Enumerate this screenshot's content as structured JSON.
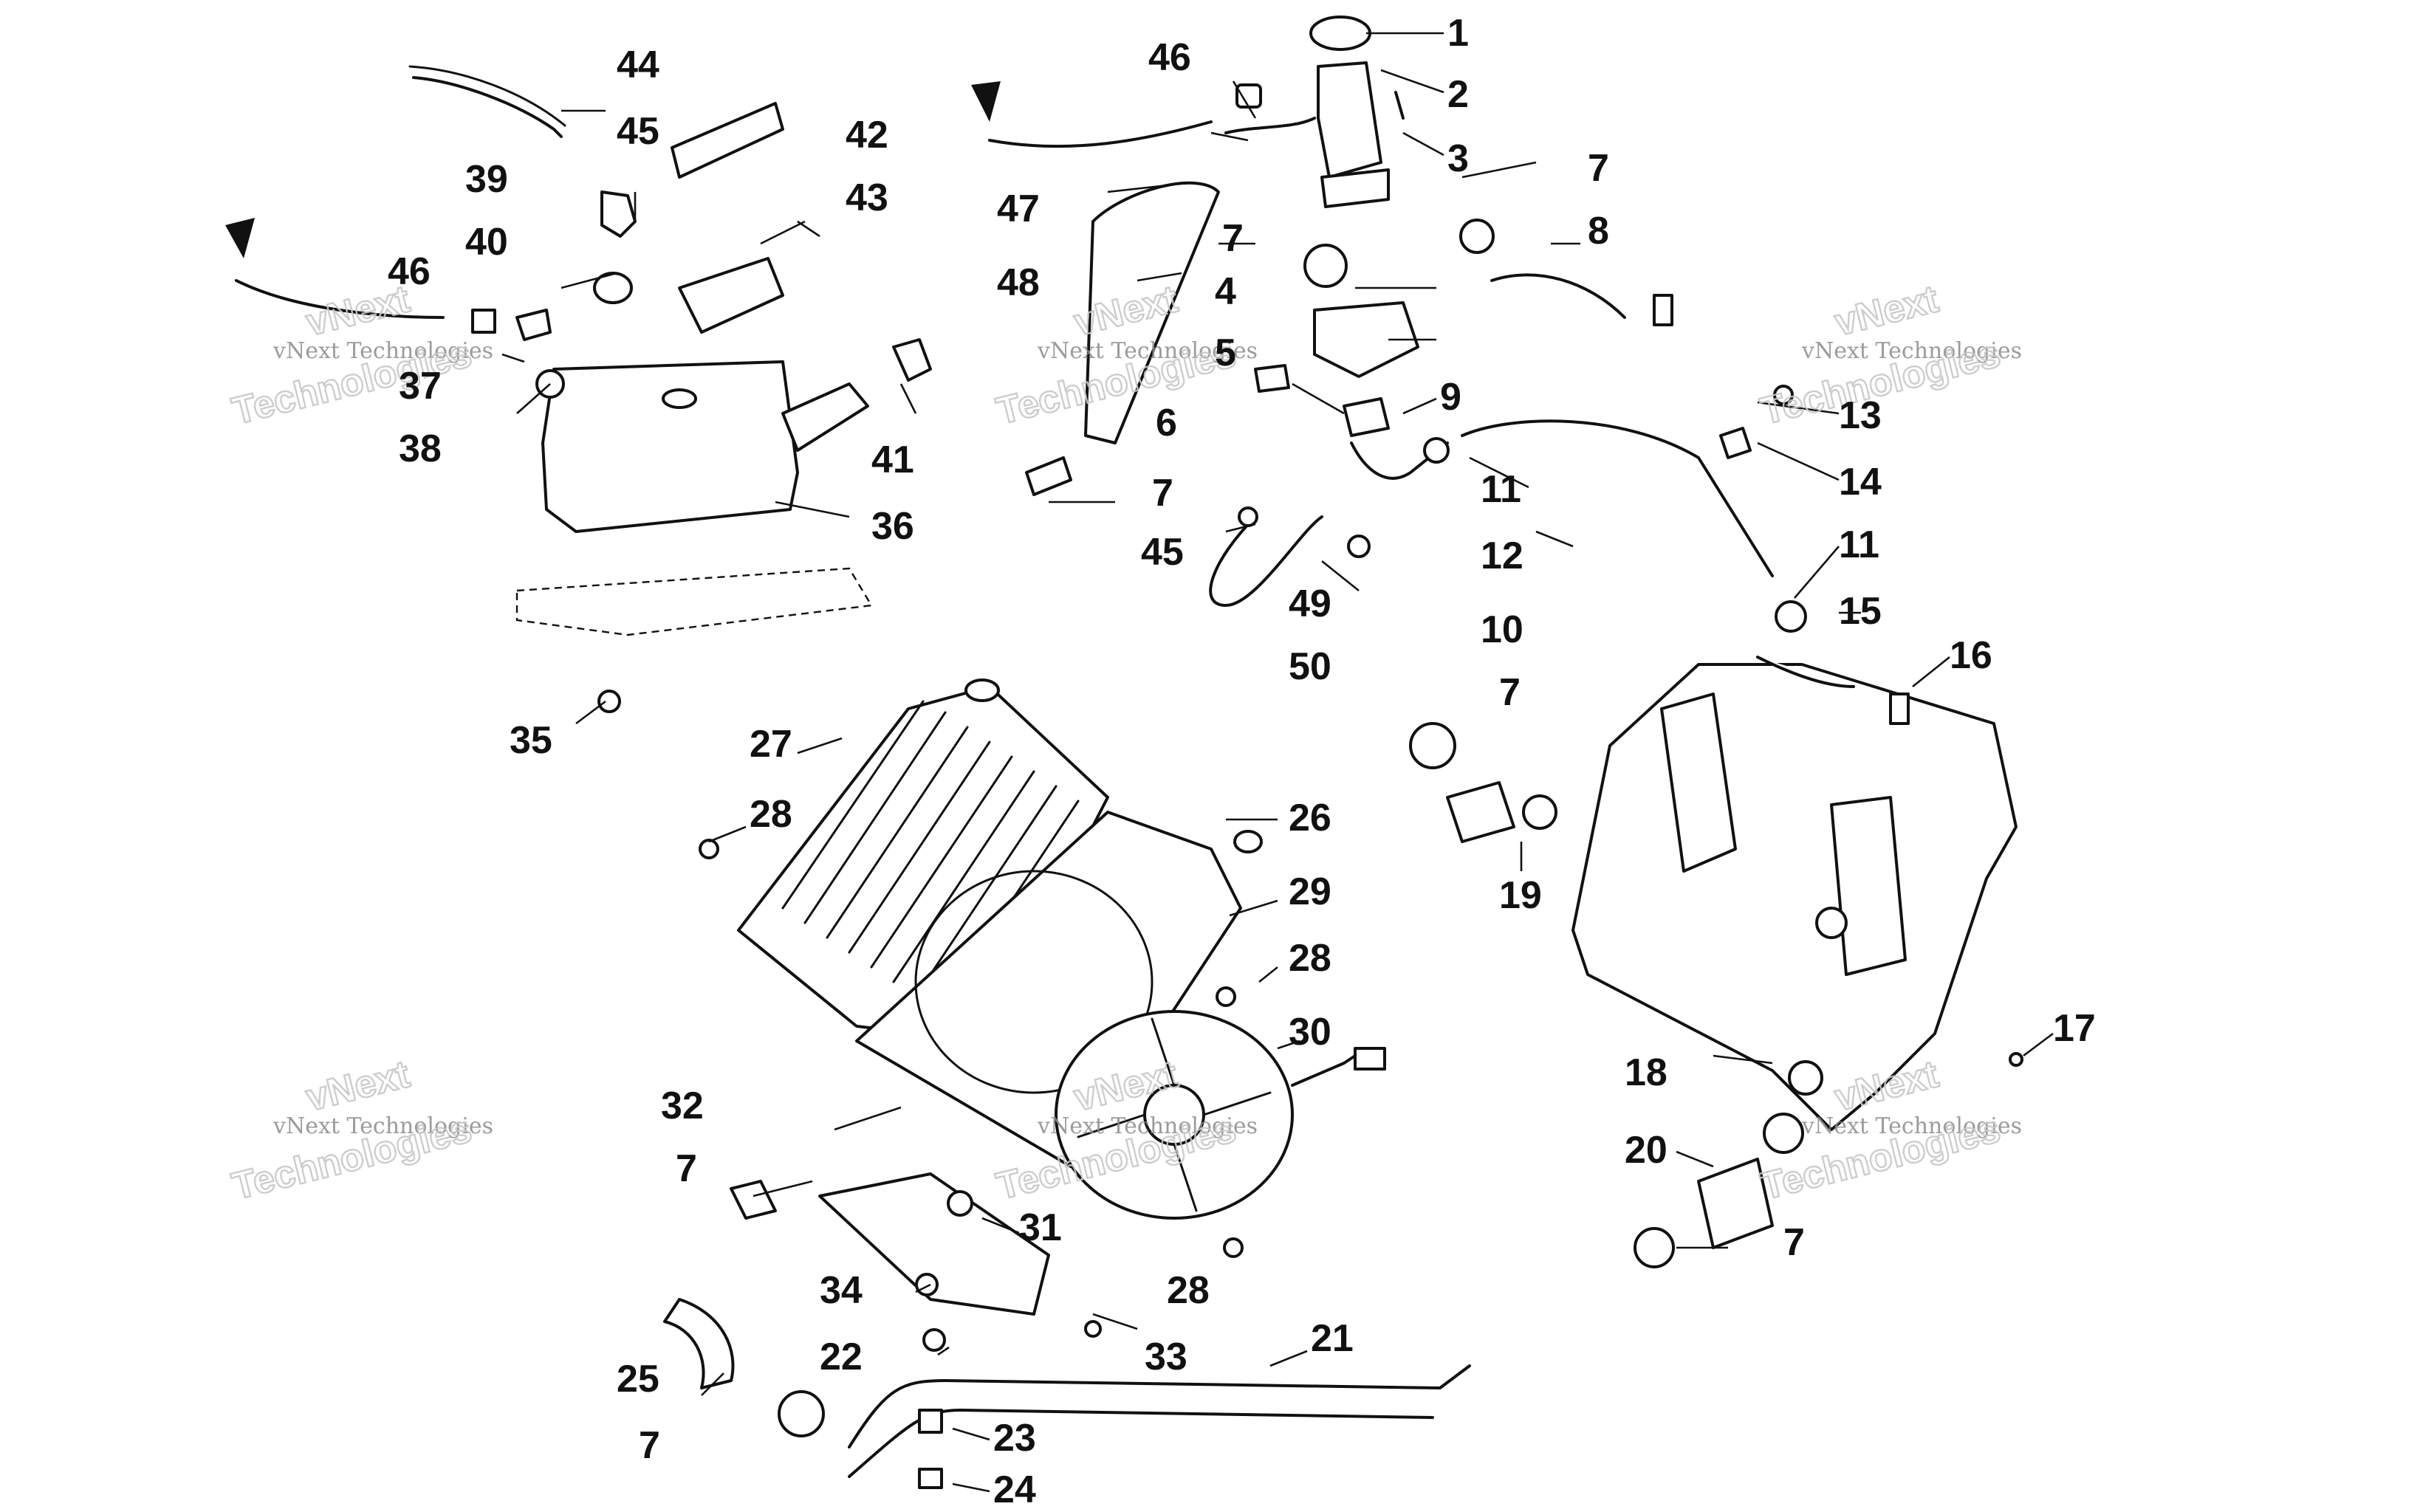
{
  "diagram": {
    "callouts": [
      {
        "id": "c1",
        "text": "1"
      },
      {
        "id": "c2",
        "text": "2"
      },
      {
        "id": "c3",
        "text": "3"
      },
      {
        "id": "c4",
        "text": "4"
      },
      {
        "id": "c5",
        "text": "5"
      },
      {
        "id": "c6",
        "text": "6"
      },
      {
        "id": "c7a",
        "text": "7"
      },
      {
        "id": "c7b",
        "text": "7"
      },
      {
        "id": "c7c",
        "text": "7"
      },
      {
        "id": "c7d",
        "text": "7"
      },
      {
        "id": "c7e",
        "text": "7"
      },
      {
        "id": "c7f",
        "text": "7"
      },
      {
        "id": "c7g",
        "text": "7"
      },
      {
        "id": "c8",
        "text": "8"
      },
      {
        "id": "c9",
        "text": "9"
      },
      {
        "id": "c10",
        "text": "10"
      },
      {
        "id": "c11a",
        "text": "11"
      },
      {
        "id": "c11b",
        "text": "11"
      },
      {
        "id": "c12",
        "text": "12"
      },
      {
        "id": "c13",
        "text": "13"
      },
      {
        "id": "c14",
        "text": "14"
      },
      {
        "id": "c15",
        "text": "15"
      },
      {
        "id": "c16",
        "text": "16"
      },
      {
        "id": "c17",
        "text": "17"
      },
      {
        "id": "c18",
        "text": "18"
      },
      {
        "id": "c19",
        "text": "19"
      },
      {
        "id": "c20",
        "text": "20"
      },
      {
        "id": "c21",
        "text": "21"
      },
      {
        "id": "c22",
        "text": "22"
      },
      {
        "id": "c23",
        "text": "23"
      },
      {
        "id": "c24",
        "text": "24"
      },
      {
        "id": "c25",
        "text": "25"
      },
      {
        "id": "c26",
        "text": "26"
      },
      {
        "id": "c27",
        "text": "27"
      },
      {
        "id": "c28a",
        "text": "28"
      },
      {
        "id": "c28b",
        "text": "28"
      },
      {
        "id": "c28c",
        "text": "28"
      },
      {
        "id": "c29",
        "text": "29"
      },
      {
        "id": "c30",
        "text": "30"
      },
      {
        "id": "c31",
        "text": "31"
      },
      {
        "id": "c32",
        "text": "32"
      },
      {
        "id": "c33",
        "text": "33"
      },
      {
        "id": "c34",
        "text": "34"
      },
      {
        "id": "c35",
        "text": "35"
      },
      {
        "id": "c36",
        "text": "36"
      },
      {
        "id": "c37",
        "text": "37"
      },
      {
        "id": "c38",
        "text": "38"
      },
      {
        "id": "c39",
        "text": "39"
      },
      {
        "id": "c40",
        "text": "40"
      },
      {
        "id": "c41",
        "text": "41"
      },
      {
        "id": "c42",
        "text": "42"
      },
      {
        "id": "c43",
        "text": "43"
      },
      {
        "id": "c44",
        "text": "44"
      },
      {
        "id": "c45a",
        "text": "45"
      },
      {
        "id": "c45b",
        "text": "45"
      },
      {
        "id": "c46a",
        "text": "46"
      },
      {
        "id": "c46b",
        "text": "46"
      },
      {
        "id": "c47",
        "text": "47"
      },
      {
        "id": "c48",
        "text": "48"
      },
      {
        "id": "c49",
        "text": "49"
      },
      {
        "id": "c50",
        "text": "50"
      }
    ]
  },
  "watermark": {
    "line1": "vNext Technologies",
    "line2": "Technologies",
    "brand": "vNext"
  }
}
